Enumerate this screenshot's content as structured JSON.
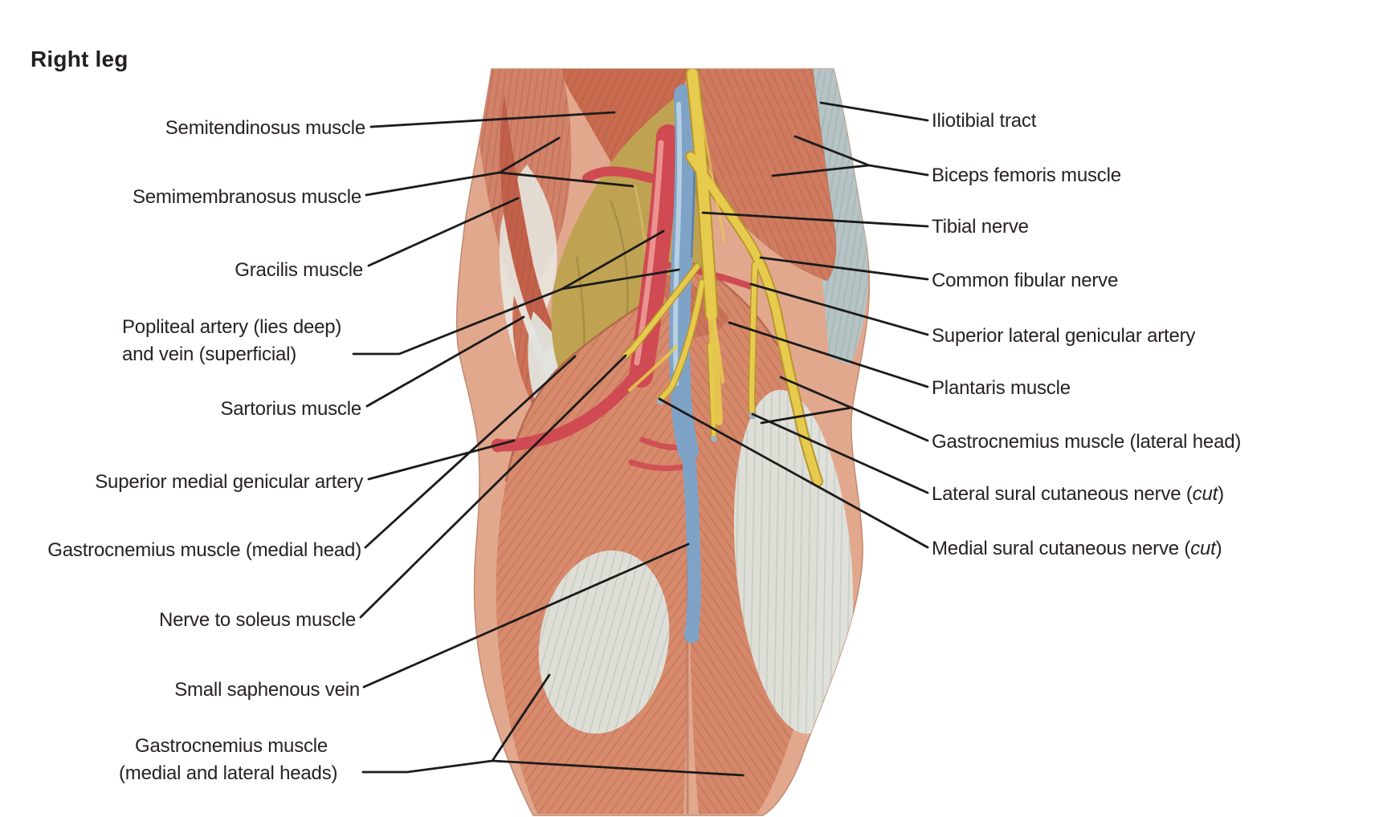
{
  "title": "Right leg",
  "labels": {
    "left": [
      {
        "text": "Semitendinosus muscle"
      },
      {
        "text": "Semimembranosus muscle"
      },
      {
        "text": "Gracilis muscle"
      },
      {
        "text": "Popliteal artery (lies deep)",
        "text2": "and vein (superficial)"
      },
      {
        "text": "Sartorius muscle"
      },
      {
        "text": "Superior medial genicular artery"
      },
      {
        "text": "Gastrocnemius muscle (medial head)"
      },
      {
        "text": "Nerve to soleus muscle"
      },
      {
        "text": "Small saphenous vein"
      },
      {
        "text": "Gastrocnemius muscle",
        "text2": "(medial and lateral heads)"
      }
    ],
    "right": [
      {
        "text": "Iliotibial tract"
      },
      {
        "text": "Biceps femoris muscle"
      },
      {
        "text": "Tibial nerve"
      },
      {
        "text": "Common fibular nerve"
      },
      {
        "text": "Superior lateral genicular artery"
      },
      {
        "text": "Plantaris muscle"
      },
      {
        "text": "Gastrocnemius muscle (lateral head)"
      },
      {
        "pre": "Lateral sural cutaneous nerve (",
        "italic": "cut",
        "post": ")"
      },
      {
        "pre": "Medial sural cutaneous nerve (",
        "italic": "cut",
        "post": ")"
      }
    ]
  },
  "figure": {
    "colors": {
      "background": "#ffffff",
      "line": "#1b1b1b",
      "text": "#272220",
      "muscle_base": "#e2a88d",
      "muscle_mid": "#d18067",
      "muscle_deep": "#c2604a",
      "fascia_gray": "#b7c4c5",
      "aponeurosis": "#dfe6e1",
      "fat": "#bfa352",
      "artery": "#cf4a52",
      "artery_highlight": "#ec9a96",
      "vein": "#7fa3c7",
      "vein_highlight": "#b9d2e4",
      "nerve": "#e7cb4e",
      "nerve_dark": "#b8962d",
      "cut_end": "#9fb3c1"
    }
  }
}
